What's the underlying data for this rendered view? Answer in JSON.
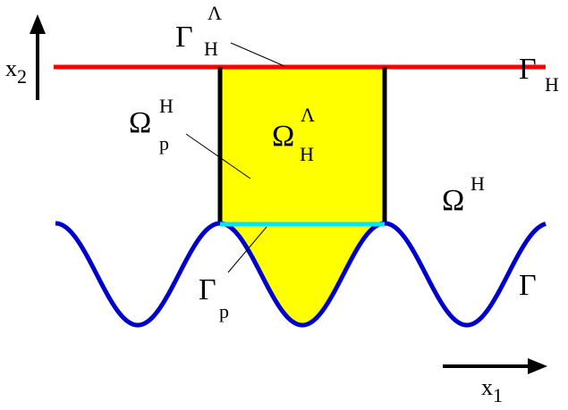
{
  "labels": {
    "x1": {
      "base": "x",
      "sub": "1"
    },
    "x2": {
      "base": "x",
      "sub": "2"
    },
    "gamma_h_lambda": {
      "base": "Γ",
      "sup": "Λ",
      "sub": "H"
    },
    "gamma_h": {
      "base": "Γ",
      "sub": "H"
    },
    "omega_p_h": {
      "base": "Ω",
      "sup": "H",
      "sub": "p"
    },
    "omega_h_lambda": {
      "base": "Ω",
      "sup": "Λ",
      "sub": "H"
    },
    "omega_h": {
      "base": "Ω",
      "sup": "H"
    },
    "gamma_p": {
      "base": "Γ",
      "sub": "p"
    },
    "gamma": {
      "base": "Γ"
    }
  },
  "colors": {
    "top_boundary": "#ff0000",
    "surface_curve": "#0000cc",
    "periodic_segment": "#00e5ff",
    "domain_fill": "#ffff00",
    "cell_walls": "#000000",
    "axes": "#000000"
  }
}
